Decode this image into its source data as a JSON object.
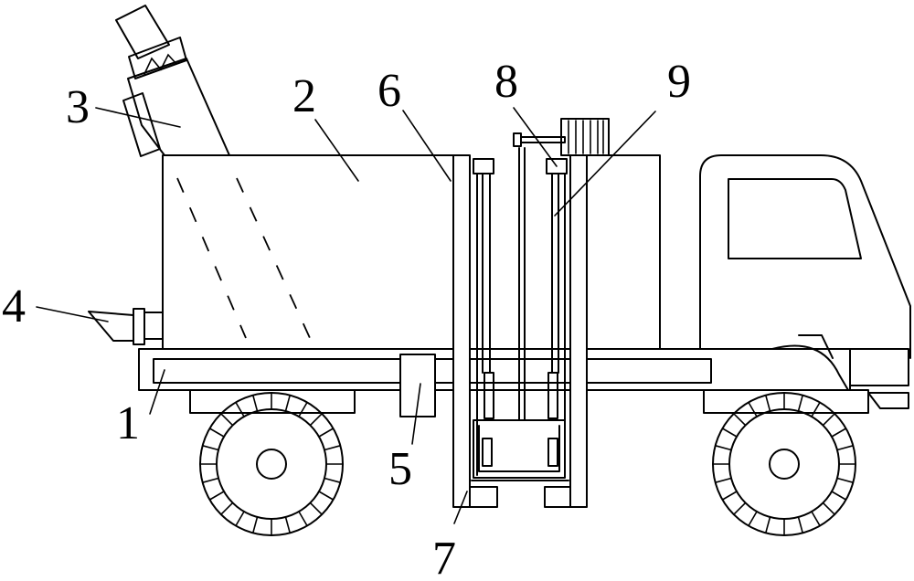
{
  "labels": {
    "n1": "1",
    "n2": "2",
    "n3": "3",
    "n4": "4",
    "n5": "5",
    "n6": "6",
    "n7": "7",
    "n8": "8",
    "n9": "9"
  }
}
